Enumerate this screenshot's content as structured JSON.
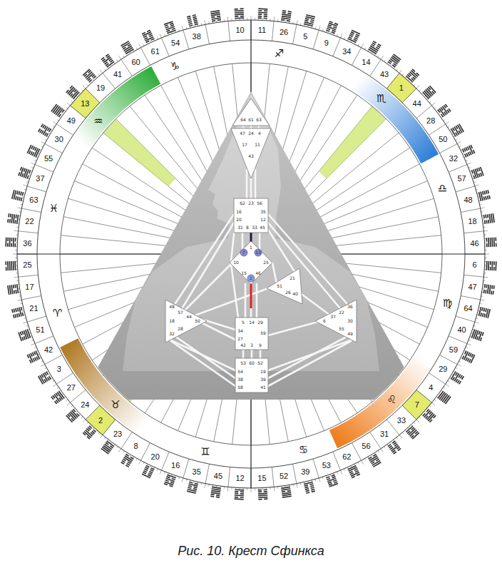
{
  "diagram": {
    "caption": "Рис. 10. Крест Сфинкса",
    "labels": [
      "11",
      "26",
      "5",
      "9",
      "34",
      "14",
      "43",
      "1",
      "44",
      "28",
      "50",
      "32",
      "57",
      "48",
      "18",
      "46",
      "6",
      "47",
      "64",
      "40",
      "59",
      "29",
      "4",
      "7",
      "33",
      "31",
      "56",
      "62",
      "53",
      "39",
      "52",
      "15",
      "12",
      "45",
      "35",
      "16",
      "20",
      "8",
      "23",
      "2",
      "24",
      "27",
      "3",
      "42",
      "51",
      "21",
      "17",
      "25",
      "36",
      "22",
      "63",
      "37",
      "55",
      "30",
      "49",
      "13",
      "19",
      "41",
      "60",
      "61",
      "54",
      "38",
      "10",
      "♐",
      "♏",
      "♎",
      "♍",
      "♌",
      "♋",
      "♊",
      "♉",
      "♈",
      "♓",
      "♒",
      "♑",
      "64",
      "61",
      "63",
      "47",
      "24",
      "4",
      "17",
      "11",
      "43",
      "62",
      "23",
      "56",
      "16",
      "35",
      "20",
      "12",
      "31",
      "8",
      "33",
      "45",
      "7",
      "1",
      "13",
      "10",
      "25",
      "15",
      "2",
      "46",
      "21",
      "51",
      "26",
      "40",
      "48",
      "57",
      "44",
      "50",
      "18",
      "28",
      "32",
      "36",
      "22",
      "37",
      "6",
      "30",
      "55",
      "49",
      "5",
      "14",
      "29",
      "34",
      "59",
      "27",
      "42",
      "3",
      "9",
      "53",
      "60",
      "52",
      "54",
      "19",
      "38",
      "39",
      "58",
      "41"
    ]
  }
}
